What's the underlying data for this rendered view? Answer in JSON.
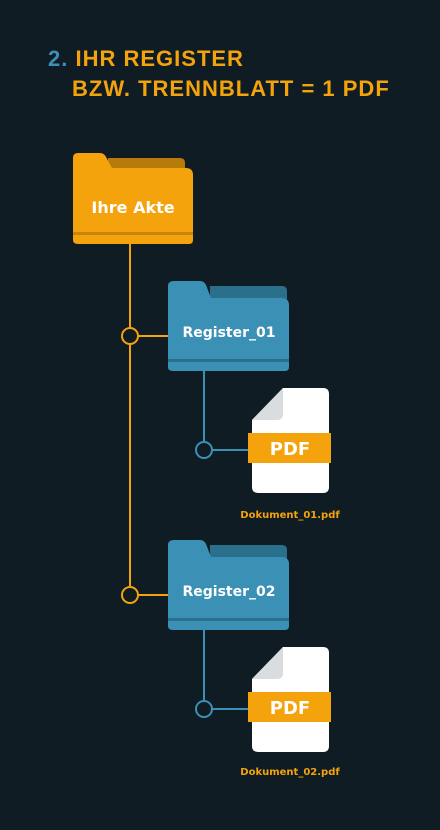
{
  "header": {
    "number": "2.",
    "line1": "IHR  REGISTER",
    "line2": "BZW. TRENNBLATT = 1 PDF"
  },
  "colors": {
    "background": "#0f1c24",
    "accent_orange": "#f5a30c",
    "accent_blue": "#3a90b5"
  },
  "root_folder": {
    "label": "Ihre Akte"
  },
  "registers": [
    {
      "label": "Register_01",
      "file": {
        "badge": "PDF",
        "name": "Dokument_01.pdf"
      }
    },
    {
      "label": "Register_02",
      "file": {
        "badge": "PDF",
        "name": "Dokument_02.pdf"
      }
    }
  ]
}
